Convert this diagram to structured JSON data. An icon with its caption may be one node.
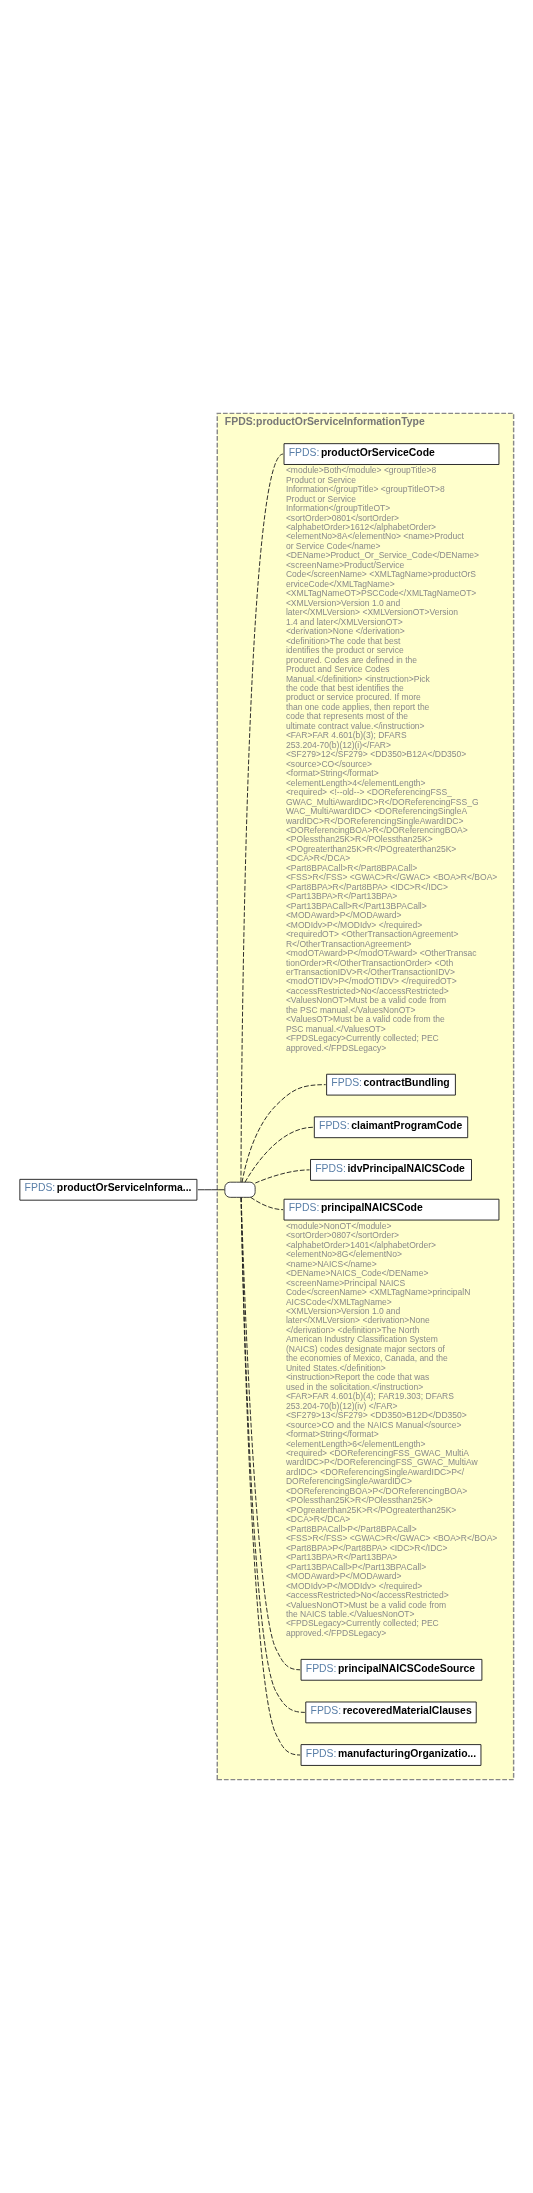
{
  "diagram": {
    "nodes": [
      {
        "text": [
          "FPDS:productOrServiceInformationType"
        ]
      },
      {
        "text": [
          "FPDS:productOrServiceInforma..."
        ]
      },
      {
        "text": [],
        "shape": "box",
        "in": 0
      },
      {
        "text": [
          "FPDS:productOrServiceCode"
        ],
        "in": 0,
        "beside": [
          "<module>Both</module> <groupTitle>8 Product or Service Information</groupTitle> <groupTitleOT>8 Product or Service Information</groupTitleOT> <sortOrder>0801</sortOrder> <alphabetOrder>1612</alphabetOrder> <elementNo>8A</elementNo> <name>Product or Service Code</name> <DEName>Product_Or_Service_Code</DEName> <screenName>Product/Service Code</screenName> <XMLTagName>productOrServiceCode</XMLTagName> <XMLTagNameOT>PSCCode</XMLTagNameOT> <XMLVersion>Version 1.0 and later</XMLVersion> <XMLVersionOT>Version 1.4 and later</XMLVersionOT> <derivation>None </derivation> <definition>The code that best identifies the product or service procured. Codes are defined in the Product and Service Codes Manual.</definition> <instruction>Pick the code that best identifies the product or service procured. If more than one code applies, then report the code that represents most of the ultimate contract value.</instruction> <FAR>FAR 4.601(b)(3); DFARS 253.204-70(b)(12)(i)</FAR> <SF279>12</SF279> <DD350>B12A</DD350> <source>CO</source> <format>String</format> <elementLength>4</elementLength> <required> <!--old--> <DOReferencingFSS_GWAC_MultiAwardIDC>R</DOReferencingFSS_GWAC_MultiAwardIDC> <DOReferencingSingleAwardIDC>R</DOReferencingSingleAwardIDC> <DOReferencingBOA>R</DOReferencingBOA> <POlessthan25K>R</POlessthan25K> <POgreaterthan25K>R</POgreaterthan25K> <DCA>R</DCA> <Part8BPACall>R</Part8BPACall> <FSS>R</FSS> <GWAC>R</GWAC> <BOA>R</BOA> <Part8BPA>R</Part8BPA> <IDC>R</IDC> <Part13BPA>R</Part13BPA> <Part13BPACall>R</Part13BPACall> <MODAward>P</MODAward> <MODIdv>P</MODIdv> </required> <requiredOT> <OtherTransactionAgreement>R</OtherTransactionAgreement> <modOTAward>P</modOTAward> <OtherTransactionOrder>R</OtherTransactionOrder> <OtherTransactionIDV>R</OtherTransactionIDV> <modOTIDV>P</modOTIDV> </requiredOT> <accessRestricted>No</accessRestricted> <ValuesNonOT>Must be a valid code from the PSC manual.</ValuesNonOT> <ValuesOT>Must be a valid code from the PSC manual.</ValuesOT> <FPDSLegacy>Currently collected; PEC approved.</FPDSLegacy>"
        ]
      },
      {
        "text": [
          "FPDS:contractBundling"
        ],
        "in": 0
      },
      {
        "text": [
          "FPDS:claimantProgramCode"
        ],
        "in": 0
      },
      {
        "text": [
          "FPDS:idvPrincipalNAICSCode"
        ],
        "in": 0
      },
      {
        "text": [
          "FPDS:principalNAICSCode"
        ],
        "in": 0,
        "beside": [
          "<module>NonOT</module> <sortOrder>0807</sortOrder> <alphabetOrder>1401</alphabetOrder> <elementNo>8G</elementNo> <name>NAICS</name> <DEName>NAICS_Code</DEName> <screenName>Principal NAICS Code</screenName> <XMLTagName>principalNAICSCode</XMLTagName> <XMLVersion>Version 1.0 and later</XMLVersion> <derivation>None </derivation> <definition>The North American Industry Classification System (NAICS) codes designate major sectors of the economies of Mexico, Canada, and the United States.</definition> <instruction>Report the code that was used in the solicitation.</instruction> <FAR>FAR 4.601(b)(4); FAR19.303; DFARS 253.204-70(b)(12)(iv) </FAR> <SF279>13</SF279> <DD350>B12D</DD350> <source>CO and the NAICS Manual</source> <format>String</format> <elementLength>6</elementLength> <required> <DOReferencingFSS_GWAC_MultiAwardIDC>P</DOReferencingFSS_GWAC_MultiAwardIDC> <DOReferencingSingleAwardIDC>P</DOReferencingSingleAwardIDC> <DOReferencingBOA>P</DOReferencingBOA> <POlessthan25K>R</POlessthan25K> <POgreaterthan25K>R</POgreaterthan25K> <DCA>R</DCA> <Part8BPACall>P</Part8BPACall> <FSS>R</FSS> <GWAC>R</GWAC> <BOA>R</BOA> <Part8BPA>P</Part8BPA> <IDC>R</IDC> <Part13BPA>R</Part13BPA> <Part13BPACall>P</Part13BPACall> <MODAward>P</MODAward> <MODIdv>P</MODIdv> </required> <accessRestricted>No</accessRestricted> <ValuesNonOT>Must be a valid code from the NAICS table.</ValuesNonOT> <FPDSLegacy>Currently collected; PEC approved.</FPDSLegacy>"
        ]
      },
      {
        "text": [
          "FPDS:principalNAICSCodeSource"
        ],
        "in": 0
      },
      {
        "text": [
          "FPDS:recoveredMaterialClauses"
        ],
        "in": 0
      },
      {
        "text": [
          "FPDS:manufacturingOrganizatio..."
        ],
        "in": 0
      }
    ],
    "edges": [
      {
        "from": 1,
        "to": 2,
        "arrow": "none"
      },
      {
        "from": 2,
        "to": 3,
        "arrow": "none",
        "style": "dashed"
      },
      {
        "from": 2,
        "to": 4,
        "arrow": "none",
        "style": "dashed"
      },
      {
        "from": 2,
        "to": 5,
        "arrow": "none",
        "style": "dashed"
      },
      {
        "from": 2,
        "to": 6,
        "arrow": "none",
        "style": "dashed"
      },
      {
        "from": 2,
        "to": 7,
        "arrow": "none",
        "style": "dashed"
      },
      {
        "from": 2,
        "to": 8,
        "arrow": "none",
        "style": "dashed"
      },
      {
        "from": 2,
        "to": 9,
        "arrow": "none",
        "style": "dashed"
      },
      {
        "from": 2,
        "to": 10,
        "arrow": "none",
        "style": "dashed"
      }
    ]
  }
}
